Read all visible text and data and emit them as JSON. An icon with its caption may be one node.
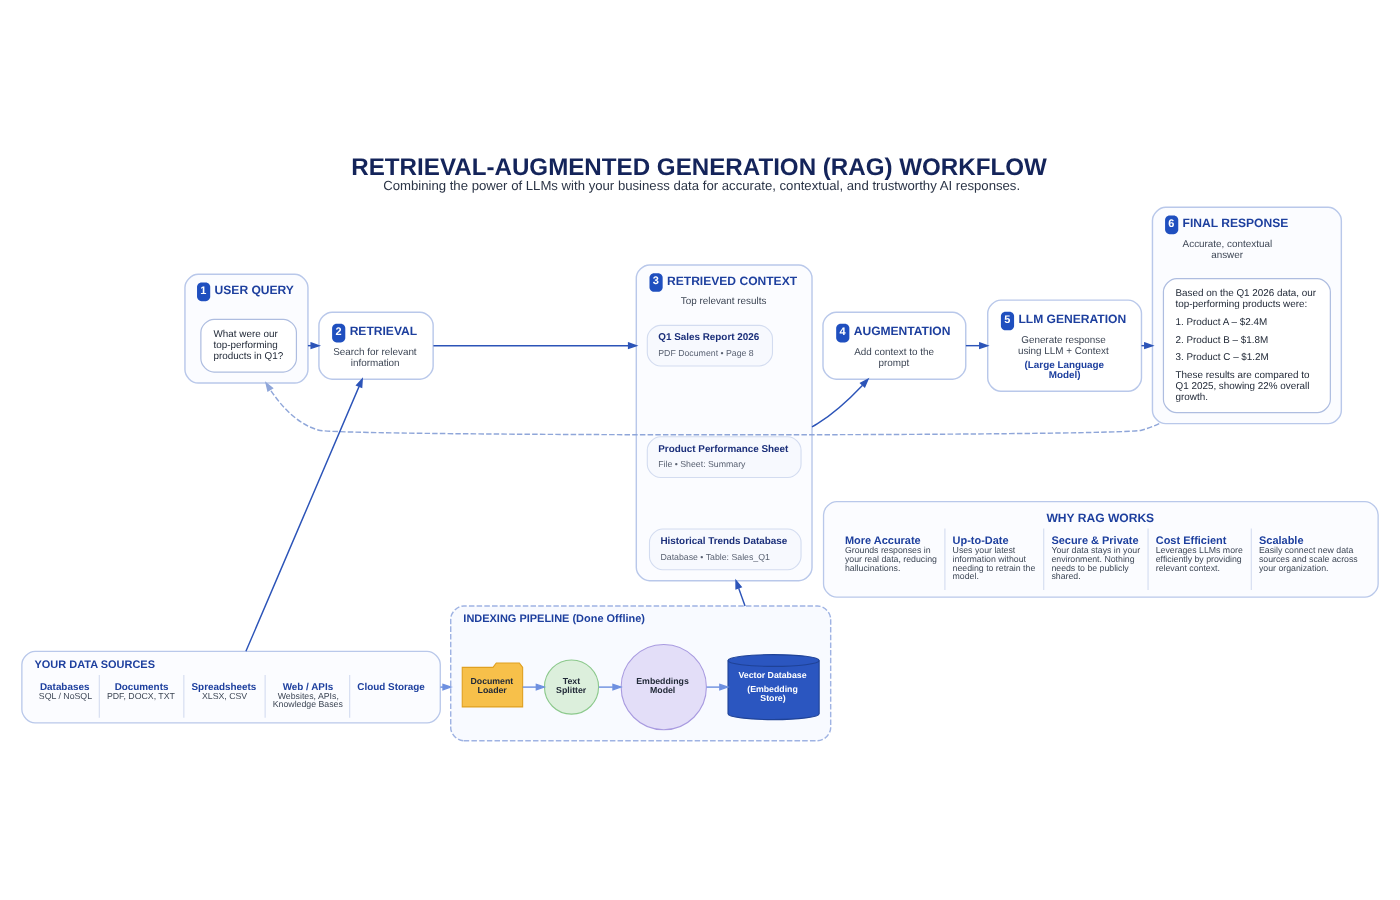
{
  "diagram": {
    "title": "RETRIEVAL-AUGMENTED GENERATION (RAG) WORKFLOW",
    "caption": "Combining the power of LLMs with your business data for accurate, contextual, and trustworthy AI responses.",
    "nodes": [
      {
        "text": [
          "1",
          "USER QUERY"
        ]
      },
      {
        "text": [
          "What were our top-performing products in Q1?"
        ],
        "in": 0
      },
      {
        "text": [
          "2",
          "RETRIEVAL",
          "Search for relevant information"
        ]
      },
      {
        "text": [
          "3",
          "RETRIEVED CONTEXT",
          "Top relevant results"
        ]
      },
      {
        "text": [
          "Q1 Sales Report 2026",
          "PDF Document • Page 8"
        ],
        "in": 3
      },
      {
        "text": [
          "Product Performance Sheet",
          "File • Sheet: Summary"
        ],
        "in": 3
      },
      {
        "text": [
          "Historical Trends Database",
          "Database • Table: Sales_Q1"
        ],
        "in": 3
      },
      {
        "text": [
          "4",
          "AUGMENTATION",
          "Add context to the prompt"
        ]
      },
      {
        "text": [
          "5",
          "LLM GENERATION",
          "Generate response using LLM + Context",
          "(Large Language Model)"
        ]
      },
      {
        "text": [
          "6",
          "FINAL RESPONSE",
          "Accurate, contextual answer"
        ]
      },
      {
        "text": [
          "Based on the Q1 2026 data, our top-performing products were:",
          "1. Product A – $2.4M",
          "2. Product B – $1.8M",
          "3. Product C – $1.2M",
          "These results are compared to Q1 2025, showing 22% overall growth."
        ],
        "in": 9
      },
      {
        "text": [
          "YOUR DATA SOURCES",
          "Databases",
          "SQL / NoSQL",
          "Documents",
          "PDF, DOCX, TXT",
          "Spreadsheets",
          "XLSX, CSV",
          "Web / APIs",
          "Websites, APIs, Knowledge Bases",
          "Cloud Storage"
        ]
      },
      {
        "text": [
          "INDEXING PIPELINE (Done Offline)"
        ]
      },
      {
        "text": [
          "Document Loader"
        ],
        "in": 12
      },
      {
        "text": [
          "Text Splitter"
        ],
        "in": 12
      },
      {
        "text": [
          "Embeddings Model"
        ],
        "in": 12
      },
      {
        "text": [
          "Vector Database",
          "(Embedding Store)"
        ],
        "in": 12
      },
      {
        "text": [
          "WHY RAG WORKS",
          "More Accurate",
          "Grounds responses in your real data, reducing hallucinations.",
          "Up-to-Date",
          "Uses your latest information without needing to retrain the model.",
          "Secure & Private",
          "Your data stays in your environment. Nothing needs to be publicly shared.",
          "Cost Efficient",
          "Leverages LLMs more efficiently by providing relevant context.",
          "Scalable",
          "Easily connect new data sources and scale across your organization."
        ]
      }
    ],
    "edges": [
      {
        "from": 0,
        "to": 2,
        "arrow": "to"
      },
      {
        "from": 2,
        "to": 3,
        "arrow": "to"
      },
      {
        "from": 3,
        "to": 7,
        "arrow": "to"
      },
      {
        "from": 7,
        "to": 8,
        "arrow": "to"
      },
      {
        "from": 8,
        "to": 9,
        "arrow": "to"
      },
      {
        "from": 11,
        "to": 2,
        "arrow": "to"
      },
      {
        "from": 12,
        "to": 3,
        "arrow": "to"
      },
      {
        "from": 11,
        "to": 12,
        "arrow": "to",
        "color": "#6e90e0"
      },
      {
        "from": 13,
        "to": 14,
        "arrow": "to",
        "color": "#6e90e0"
      },
      {
        "from": 14,
        "to": 15,
        "arrow": "to",
        "color": "#6e90e0"
      },
      {
        "from": 15,
        "to": 16,
        "arrow": "to",
        "color": "#6e90e0"
      },
      {
        "from": 9,
        "to": 0,
        "arrow": "to",
        "style": "dashed",
        "color": "#8fa6d9"
      }
    ]
  }
}
